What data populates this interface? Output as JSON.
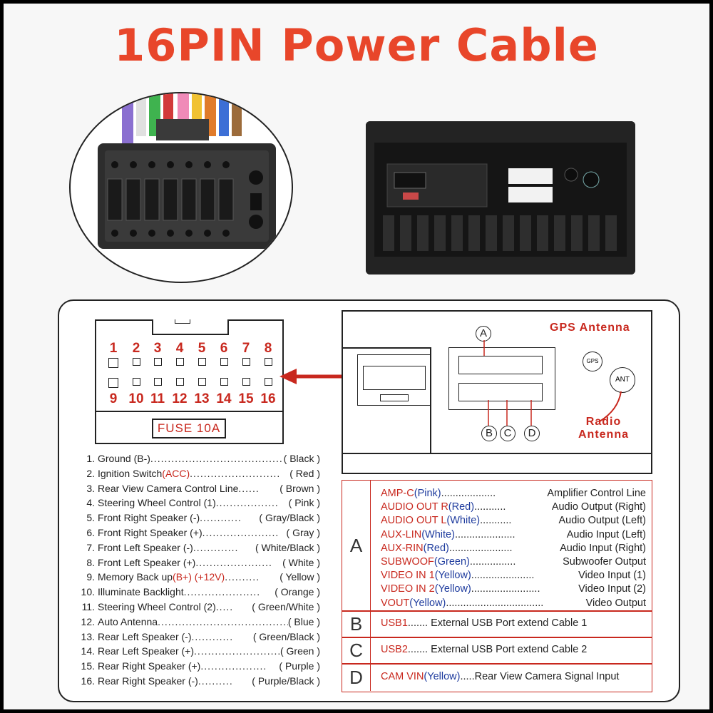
{
  "title": "16PIN Power Cable",
  "connector": {
    "top_pins": [
      "1",
      "2",
      "3",
      "4",
      "5",
      "6",
      "7",
      "8"
    ],
    "bottom_pins": [
      "9",
      "10",
      "11",
      "12",
      "13",
      "14",
      "15",
      "16"
    ],
    "fuse_label": "FUSE 10A"
  },
  "unit_diagram": {
    "gps_label": "GPS Antenna",
    "gps_icon": "GPS",
    "radio_label_line1": "Radio",
    "radio_label_line2": "Antenna",
    "ant_icon": "ANT",
    "callouts": [
      "A",
      "B",
      "C",
      "D"
    ]
  },
  "wires": [
    {
      "num": "1.",
      "name": "Ground (B-)",
      "highlight": "",
      "dots": ".......................................",
      "color": "( Black )"
    },
    {
      "num": "2.",
      "name": "Ignition Switch ",
      "highlight": "(ACC)",
      "dots": "..........................",
      "color": "( Red )"
    },
    {
      "num": "3.",
      "name": "Rear View Camera Control Line",
      "highlight": "",
      "dots": "......",
      "color": "( Brown )"
    },
    {
      "num": "4.",
      "name": "Steering Wheel Control (1)",
      "highlight": "",
      "dots": "..................",
      "color": "( Pink )"
    },
    {
      "num": "5.",
      "name": "Front Right Speaker (-) ",
      "highlight": "",
      "dots": "............",
      "color": "( Gray/Black )"
    },
    {
      "num": "6.",
      "name": "Front Right Speaker (+)",
      "highlight": "",
      "dots": "......................",
      "color": "( Gray )"
    },
    {
      "num": "7.",
      "name": "Front Left Speaker (-) ",
      "highlight": "",
      "dots": ".............",
      "color": "( White/Black )"
    },
    {
      "num": "8.",
      "name": "Front Left Speaker (+) ",
      "highlight": "",
      "dots": "......................",
      "color": "( White )"
    },
    {
      "num": "9.",
      "name": "Memory Back up ",
      "highlight": "(B+) (+12V)",
      "dots": "..........",
      "color": "( Yellow )"
    },
    {
      "num": "10.",
      "name": "Illuminate Backlight ",
      "highlight": "",
      "dots": "......................",
      "color": "( Orange )"
    },
    {
      "num": "11.",
      "name": "Steering Wheel Control (2)",
      "highlight": "",
      "dots": ".....",
      "color": "( Green/White )"
    },
    {
      "num": "12.",
      "name": "Auto Antenna",
      "highlight": "",
      "dots": "...........................................",
      "color": "( Blue )"
    },
    {
      "num": "13.",
      "name": "Rear Left Speaker (-) ",
      "highlight": "",
      "dots": "............",
      "color": "( Green/Black )"
    },
    {
      "num": "14.",
      "name": "Rear Left Speaker (+)",
      "highlight": "",
      "dots": "............................",
      "color": "( Green )"
    },
    {
      "num": "15.",
      "name": "Rear Right Speaker (+) ",
      "highlight": "",
      "dots": "...................",
      "color": "( Purple )"
    },
    {
      "num": "16.",
      "name": "Rear Right Speaker (-) ",
      "highlight": "",
      "dots": "..........",
      "color": "( Purple/Black )"
    }
  ],
  "ports": {
    "A_letter": "A",
    "A_rows": [
      {
        "port": "AMP-C ",
        "color": "(Pink)",
        "dots": "...................",
        "desc": "Amplifier Control Line"
      },
      {
        "port": "AUDIO OUT R ",
        "color": "(Red)",
        "dots": "...........",
        "desc": "Audio Output (Right)"
      },
      {
        "port": "AUDIO OUT L ",
        "color": "(White)",
        "dots": "...........",
        "desc": "Audio Output (Left)"
      },
      {
        "port": "AUX-LIN ",
        "color": "(White)",
        "dots": ".....................",
        "desc": "Audio Input (Left)"
      },
      {
        "port": "AUX-RIN ",
        "color": "(Red)",
        "dots": "......................",
        "desc": "Audio Input (Right)"
      },
      {
        "port": "SUBWOOF ",
        "color": "(Green)",
        "dots": "................",
        "desc": "Subwoofer Output"
      },
      {
        "port": "VIDEO IN 1 ",
        "color": "(Yellow)",
        "dots": "......................",
        "desc": "Video Input (1)"
      },
      {
        "port": "VIDEO IN 2 ",
        "color": "(Yellow)",
        "dots": "........................",
        "desc": "Video Input (2)"
      },
      {
        "port": "VOUT ",
        "color": "(Yellow)",
        "dots": "..................................",
        "desc": "Video Output"
      }
    ],
    "B_letter": "B",
    "B_port": "USB1",
    "B_desc": " ....... External USB Port extend Cable 1",
    "C_letter": "C",
    "C_port": "USB2",
    "C_desc": " ....... External USB Port extend Cable 2",
    "D_letter": "D",
    "D_port": "CAM VIN ",
    "D_color": "(Yellow)",
    "D_desc": ".....Rear View Camera Signal Input"
  },
  "colors": {
    "accent_red": "#e8462a",
    "label_red": "#c8281e",
    "label_blue": "#1f3c9e"
  }
}
